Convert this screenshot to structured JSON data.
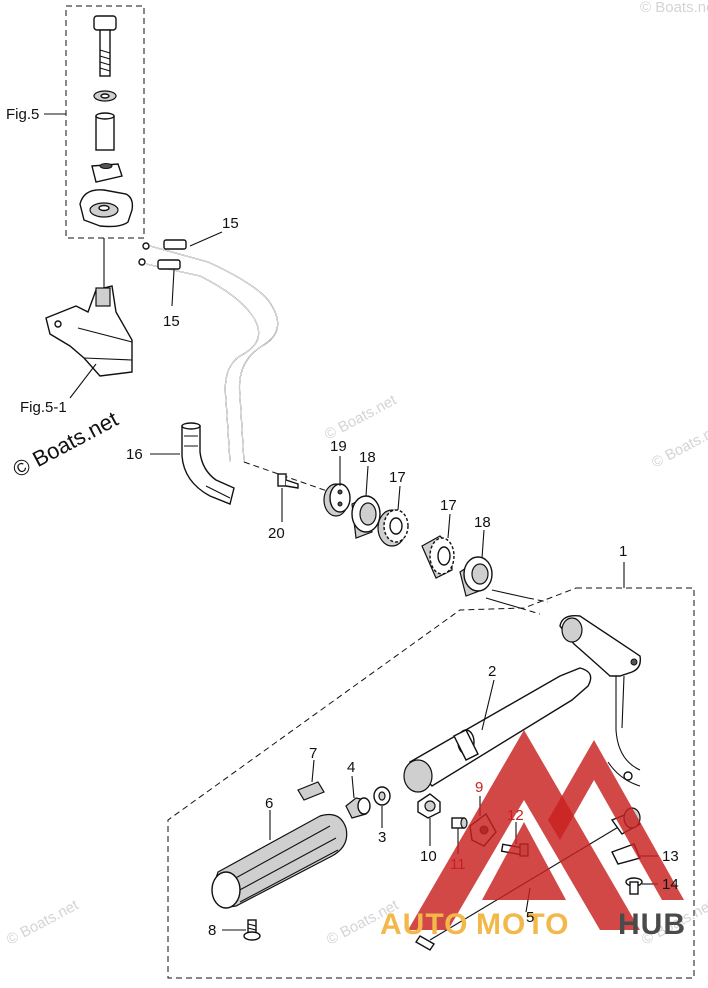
{
  "figure_labels": {
    "fig5": "Fig.5",
    "fig5_1": "Fig.5-1"
  },
  "watermark": {
    "main": "© Boats.net",
    "faint": "© Boats.net"
  },
  "brand": {
    "auto": "AUTO",
    "moto": "MOTO",
    "hub": "HUB"
  },
  "callouts": [
    {
      "id": "p1",
      "text": "1"
    },
    {
      "id": "p2",
      "text": "2"
    },
    {
      "id": "p3",
      "text": "3"
    },
    {
      "id": "p4",
      "text": "4"
    },
    {
      "id": "p5",
      "text": "5"
    },
    {
      "id": "p6",
      "text": "6"
    },
    {
      "id": "p7",
      "text": "7"
    },
    {
      "id": "p8",
      "text": "8"
    },
    {
      "id": "p9",
      "text": "9"
    },
    {
      "id": "p10",
      "text": "10"
    },
    {
      "id": "p11",
      "text": "11"
    },
    {
      "id": "p12",
      "text": "12"
    },
    {
      "id": "p13",
      "text": "13"
    },
    {
      "id": "p14",
      "text": "14"
    },
    {
      "id": "p15a",
      "text": "15"
    },
    {
      "id": "p15b",
      "text": "15"
    },
    {
      "id": "p16",
      "text": "16"
    },
    {
      "id": "p17a",
      "text": "17"
    },
    {
      "id": "p17b",
      "text": "17"
    },
    {
      "id": "p18a",
      "text": "18"
    },
    {
      "id": "p18b",
      "text": "18"
    },
    {
      "id": "p19",
      "text": "19"
    },
    {
      "id": "p20",
      "text": "20"
    }
  ],
  "colors": {
    "logo_red": "#c8201e",
    "logo_orange": "#f2b84a",
    "logo_gray": "#4a4a4a"
  }
}
